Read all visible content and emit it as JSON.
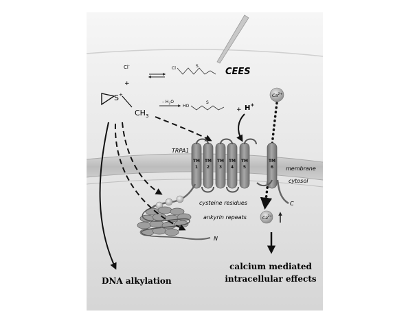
{
  "labels": {
    "cees": "CEES",
    "chloride": "Cl",
    "chloride_charge": "-",
    "plus": "+",
    "sulfonium_s": "S",
    "sulfonium_charge": "+",
    "methyl_c": "CH",
    "methyl_sub": "3",
    "water_loss": "– H",
    "water_sub": "2",
    "water_o": "O",
    "hydroxy_plus": "+",
    "proton": "H",
    "proton_charge": "+",
    "calcium_top": "Ca",
    "calcium_top_charge": "2+",
    "calcium_bottom": "Ca",
    "calcium_bottom_charge": "2+",
    "trpa1": "TRPA1",
    "membrane": "membrane",
    "cytosol": "cytosol",
    "c_terminus": "C",
    "n_terminus": "N",
    "cysteine_residues": "cysteine residues",
    "ankyrin_repeats": "ankyrin repeats",
    "dna_alkylation": "DNA alkylation",
    "calcium_effects_line1": "calcium mediated",
    "calcium_effects_line2": "intracellular effects",
    "cees_cl": "Cl",
    "cees_s": "S",
    "hydroxy_ho": "HO",
    "hydroxy_s": "S"
  },
  "tm_segments": [
    {
      "tm": "TM",
      "num": "1"
    },
    {
      "tm": "TM",
      "num": "2"
    },
    {
      "tm": "TM",
      "num": "3"
    },
    {
      "tm": "TM",
      "num": "4"
    },
    {
      "tm": "TM",
      "num": "5"
    },
    {
      "tm": "TM",
      "num": "6"
    }
  ],
  "colors": {
    "panel_top": "#f4f4f4",
    "panel_bottom": "#d9d9d9",
    "membrane": "#c4c4c4",
    "helix": "#8c8c8c",
    "ankyrin": "#9a9a9a",
    "arrow": "#111111",
    "pipette": "#bdbdbd"
  }
}
